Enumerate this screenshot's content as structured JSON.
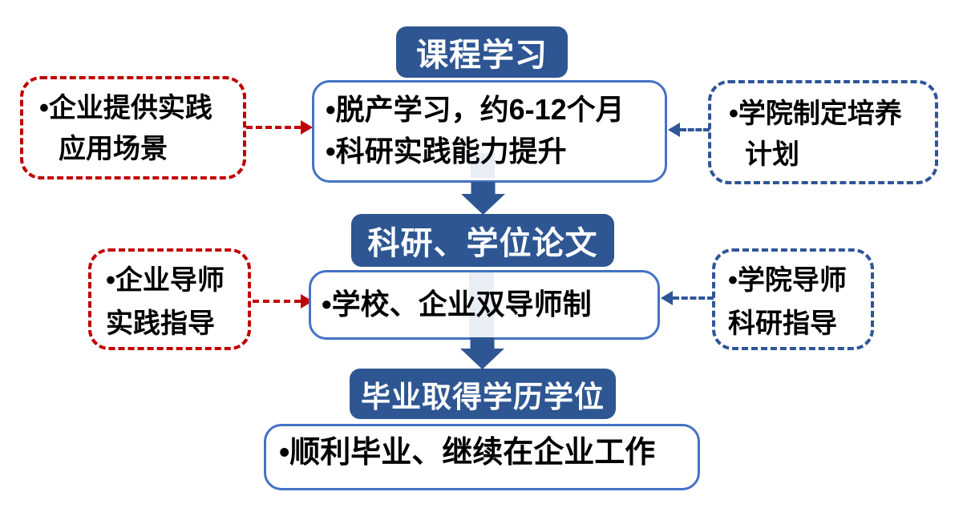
{
  "colors": {
    "stage_header_bg": "#2E5693",
    "content_box_border": "#4472C4",
    "note_red_border": "#C00000",
    "note_blue_border": "#2F5597",
    "down_arrow": "#2E5693",
    "arrow_stem_light": "#E9EDF4",
    "text": "#000000"
  },
  "flow": {
    "stage1": {
      "header": "课程学习",
      "bullets": [
        "•脱产学习，约6-12个月",
        "•科研实践能力提升"
      ]
    },
    "stage2": {
      "header": "科研、学位论文",
      "bullets": [
        "•学校、企业双导师制"
      ]
    },
    "stage3": {
      "header": "毕业取得学历学位",
      "bullets": [
        "•顺利毕业、继续在企业工作"
      ]
    },
    "notes": {
      "left1": {
        "line1": "•企业提供实践",
        "line2": "应用场景"
      },
      "right1": {
        "line1": "•学院制定培养",
        "line2": "计划"
      },
      "left2": {
        "line1": "•企业导师",
        "line2": "实践指导"
      },
      "right2": {
        "line1": "•学院导师",
        "line2": "科研指导"
      }
    }
  }
}
